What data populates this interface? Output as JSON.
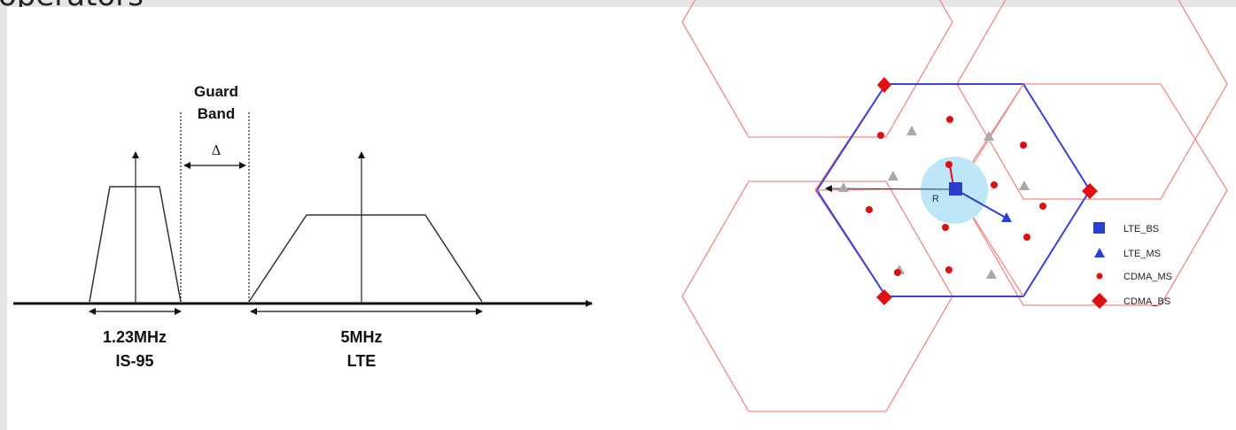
{
  "page": {
    "title_fragment": "operators"
  },
  "spectrum": {
    "guard_line1": "Guard",
    "guard_line2": "Band",
    "delta_symbol": "Δ",
    "is95_bandwidth": "1.23MHz",
    "is95_name": "IS-95",
    "lte_bandwidth": "5MHz",
    "lte_name": "LTE"
  },
  "cells": {
    "radius_label": "R",
    "legend": [
      {
        "label": "LTE_BS",
        "symbol": "square",
        "color": "#2a3fd0"
      },
      {
        "label": "LTE_MS",
        "symbol": "triangle",
        "color": "#2a3fd0"
      },
      {
        "label": "CDMA_MS",
        "symbol": "dot",
        "color": "#e01010"
      },
      {
        "label": "CDMA_BS",
        "symbol": "diamond",
        "color": "#e01010"
      }
    ]
  },
  "colors": {
    "lte_cell": "#3a40d8",
    "cdma_cell": "#f08a8a",
    "cdma": "#e01010",
    "lte": "#2a3fd0",
    "coverage": "#bde6f6",
    "grey_ms": "#a8a8a8"
  }
}
